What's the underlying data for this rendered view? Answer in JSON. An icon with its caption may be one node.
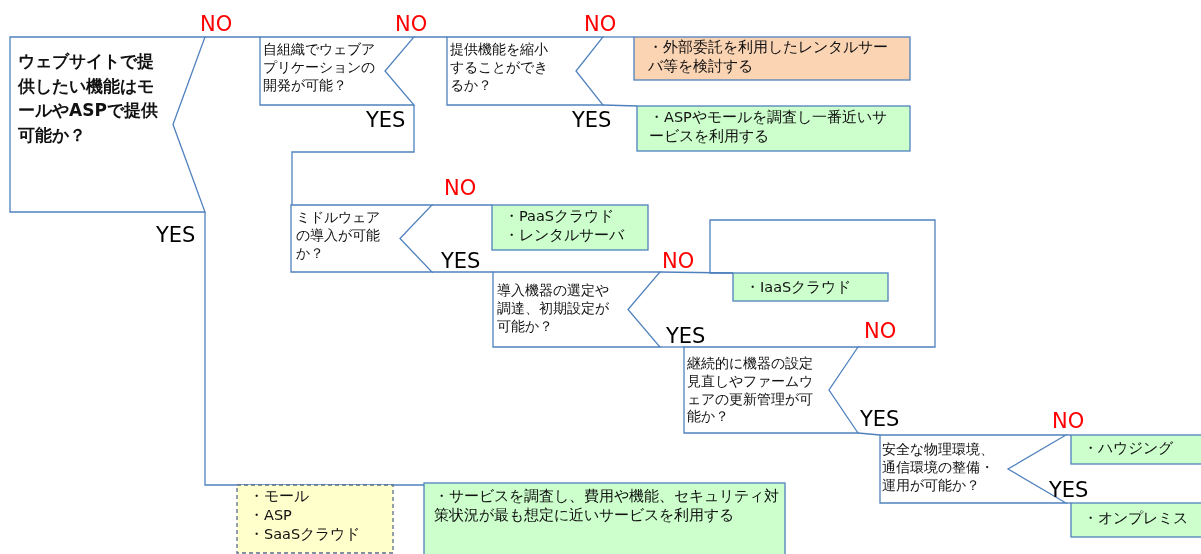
{
  "diagram": {
    "nodes": [
      {
        "text": [
          "ウェブサイトで提供したい機能はモールやASPで提供可能か？"
        ]
      },
      {
        "text": [
          "自組織でウェブアプリケーションの開発が可能？"
        ]
      },
      {
        "text": [
          "提供機能を縮小することができるか？"
        ]
      },
      {
        "text": [
          "・外部委託を利用したレンタルサーバ等を検討する"
        ]
      },
      {
        "text": [
          "・ASPやモールを調査し一番近いサービスを利用する"
        ]
      },
      {
        "text": [
          "ミドルウェアの導入が可能か？"
        ]
      },
      {
        "text": [
          "・PaaSクラウド",
          "・レンタルサーバ"
        ]
      },
      {
        "text": [
          "導入機器の選定や調達、初期設定が可能か？"
        ]
      },
      {
        "text": [
          "・IaaSクラウド"
        ]
      },
      {
        "text": [
          "継続的に機器の設定見直しやファームウェアの更新管理が可能か？"
        ]
      },
      {
        "text": [
          "安全な物理環境、通信環境の整備・運用が可能か？"
        ]
      },
      {
        "text": [
          "・ハウジング"
        ]
      },
      {
        "text": [
          "・オンプレミス"
        ]
      },
      {
        "text": [
          "・モール",
          "・ASP",
          "・SaaSクラウド"
        ]
      },
      {
        "text": [
          "・サービスを調査し、費用や機能、セキュリティ対策状況が最も想定に近いサービスを利用する"
        ]
      }
    ],
    "edges": [
      {
        "from": 0,
        "to": 1,
        "arrow": "none",
        "label": "NO"
      },
      {
        "from": 1,
        "to": 2,
        "arrow": "none",
        "label": "NO"
      },
      {
        "from": 2,
        "to": 3,
        "arrow": "none",
        "label": "NO"
      },
      {
        "from": 2,
        "to": 4,
        "arrow": "none",
        "label": "YES"
      },
      {
        "from": 1,
        "to": 5,
        "arrow": "none",
        "label": "YES"
      },
      {
        "from": 0,
        "to": 14,
        "arrow": "none",
        "label": "YES"
      },
      {
        "from": 5,
        "to": 6,
        "arrow": "none",
        "label": "NO"
      },
      {
        "from": 5,
        "to": 7,
        "arrow": "none",
        "label": "YES"
      },
      {
        "from": 7,
        "to": 8,
        "arrow": "none",
        "label": "NO"
      },
      {
        "from": 7,
        "to": 9,
        "arrow": "none",
        "label": "YES"
      },
      {
        "from": 9,
        "to": 8,
        "arrow": "none",
        "label": "NO"
      },
      {
        "from": 9,
        "to": 10,
        "arrow": "none",
        "label": "YES"
      },
      {
        "from": 10,
        "to": 11,
        "arrow": "none",
        "label": "NO"
      },
      {
        "from": 10,
        "to": 12,
        "arrow": "none",
        "label": "YES"
      }
    ]
  }
}
